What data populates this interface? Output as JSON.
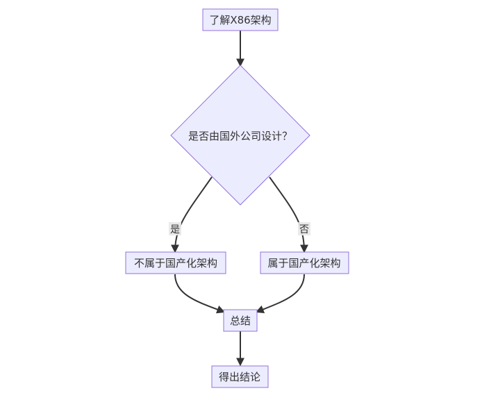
{
  "diagram": {
    "nodes": {
      "start": "了解X86架构",
      "decision": "是否由国外公司设计？",
      "not_domestic": "不属于国产化架构",
      "domestic": "属于国产化架构",
      "summary": "总结",
      "conclusion": "得出结论"
    },
    "edges": {
      "yes_label": "是",
      "no_label": "否"
    },
    "colors": {
      "node_fill": "#ECECFF",
      "node_stroke": "#9370DB",
      "edge": "#333333"
    }
  }
}
